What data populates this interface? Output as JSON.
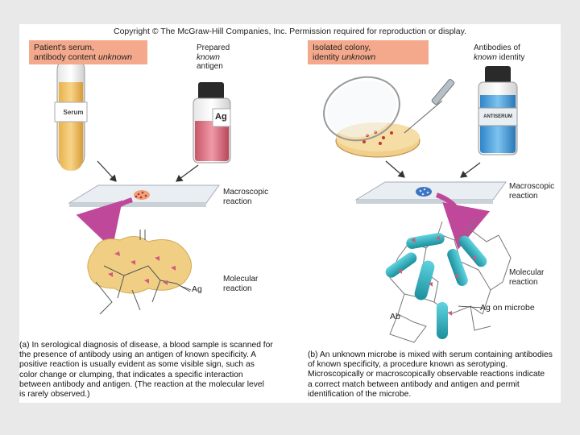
{
  "copyright": "Copyright © The McGraw-Hill Companies, Inc. Permission required for reproduction or display.",
  "panel_a": {
    "patient_label_line1": "Patient's serum,",
    "patient_label_line2_prefix": "antibody content ",
    "patient_label_line2_em": "unknown",
    "tube_label": "Serum",
    "prepared_line1": "Prepared",
    "prepared_line2": "known",
    "prepared_line3": "antigen",
    "bottle_label": "Ag",
    "macro_line1": "Macroscopic",
    "macro_line2": "reaction",
    "molecular_line1": "Molecular",
    "molecular_line2": "reaction",
    "ag_label": "Ag",
    "caption_lines": [
      "(a) In serological diagnosis of disease, a blood sample is scanned for",
      "     the presence of antibody using an antigen of known specificity. A",
      "     positive reaction is usually evident as some visible sign, such as",
      "     color change or clumping, that indicates a specific interaction",
      "     between antibody and antigen. (The reaction at the molecular level",
      "     is rarely observed.)"
    ]
  },
  "panel_b": {
    "isolated_line1": "Isolated colony,",
    "isolated_line2_prefix": "identity ",
    "isolated_line2_em": "unknown",
    "antibodies_line1": "Antibodies of",
    "antibodies_line2_em": "known",
    "antibodies_line2_suffix": " identity",
    "bottle_label": "ANTISERUM",
    "macro_line1": "Macroscopic",
    "macro_line2": "reaction",
    "molecular_line1": "Molecular",
    "molecular_line2": "reaction",
    "ab_label": "Ab",
    "ag_microbe_label": "Ag on microbe",
    "caption_lines": [
      "(b) An unknown microbe is mixed with serum containing antibodies",
      "     of known specificity, a procedure known as serotyping.",
      "     Microscopically or macroscopically observable reactions indicate",
      "     a correct match between antibody and antigen and permit",
      "     identification of the microbe."
    ]
  },
  "colors": {
    "label_box": "#f4a98c",
    "serum": "#f2c56a",
    "antigen_liquid": "#e07a88",
    "antiserum": "#4aa0dc",
    "microbe": "#2bb3c3",
    "clump": "#f0cf85",
    "arrow": "#c0489a"
  }
}
